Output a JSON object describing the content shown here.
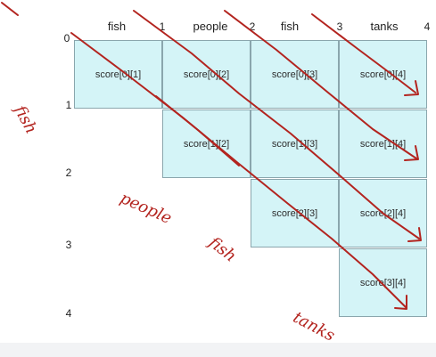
{
  "columns": {
    "words": [
      "fish",
      "people",
      "fish",
      "tanks"
    ],
    "indices": [
      "1",
      "2",
      "3",
      "4"
    ]
  },
  "rows": {
    "indices": [
      "0",
      "1",
      "2",
      "3",
      "4"
    ]
  },
  "cells": [
    "score[0][1]",
    "score[0][2]",
    "score[0][3]",
    "score[0][4]",
    "score[1][2]",
    "score[1][3]",
    "score[1][4]",
    "score[2][3]",
    "score[2][4]",
    "score[3][4]"
  ],
  "handwritten": [
    "fish",
    "people",
    "fish",
    "tanks"
  ],
  "colors": {
    "cell_fill": "#d4f4f7",
    "ink": "#b3241f"
  }
}
